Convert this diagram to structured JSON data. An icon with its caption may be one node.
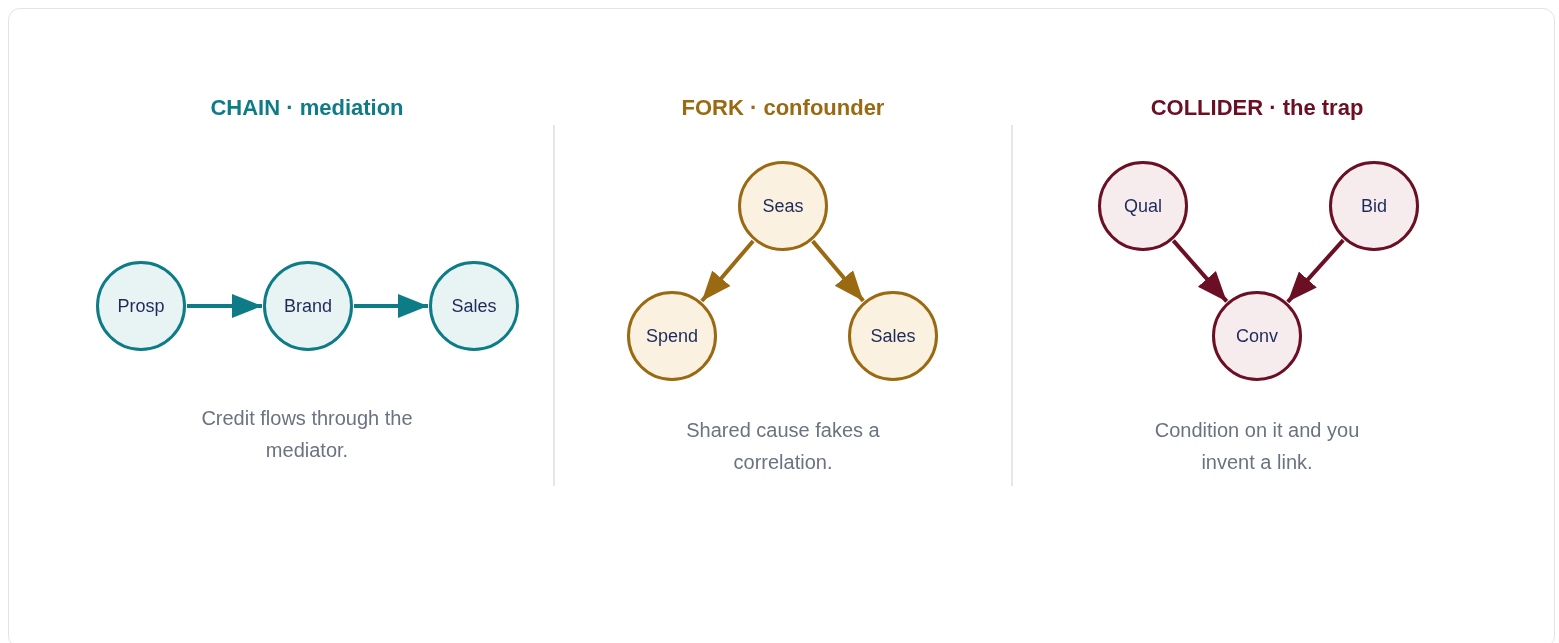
{
  "diagram": {
    "nodes": [
      {
        "text": [
          "Prosp"
        ]
      },
      {
        "text": [
          "Brand"
        ]
      },
      {
        "text": [
          "Sales"
        ]
      },
      {
        "text": [
          "Seas"
        ]
      },
      {
        "text": [
          "Spend"
        ]
      },
      {
        "text": [
          "Sales"
        ]
      },
      {
        "text": [
          "Qual"
        ]
      },
      {
        "text": [
          "Bid"
        ]
      },
      {
        "text": [
          "Conv"
        ]
      }
    ],
    "edges": [
      {
        "from": 0,
        "to": 1,
        "arrow": "to",
        "color": "#0e7c86"
      },
      {
        "from": 1,
        "to": 2,
        "arrow": "to",
        "color": "#0e7c86"
      },
      {
        "from": 3,
        "to": 4,
        "arrow": "to",
        "color": "#9a6a12"
      },
      {
        "from": 3,
        "to": 5,
        "arrow": "to",
        "color": "#9a6a12"
      },
      {
        "from": 6,
        "to": 8,
        "arrow": "to",
        "color": "#6b0f24"
      },
      {
        "from": 7,
        "to": 8,
        "arrow": "to",
        "color": "#6b0f24"
      }
    ],
    "labels": [
      "CHAIN · mediation",
      "FORK · confounder",
      "COLLIDER · the trap",
      "Credit flows through the mediator.",
      "Shared cause fakes a correlation.",
      "Condition on it and you invent a link."
    ]
  }
}
